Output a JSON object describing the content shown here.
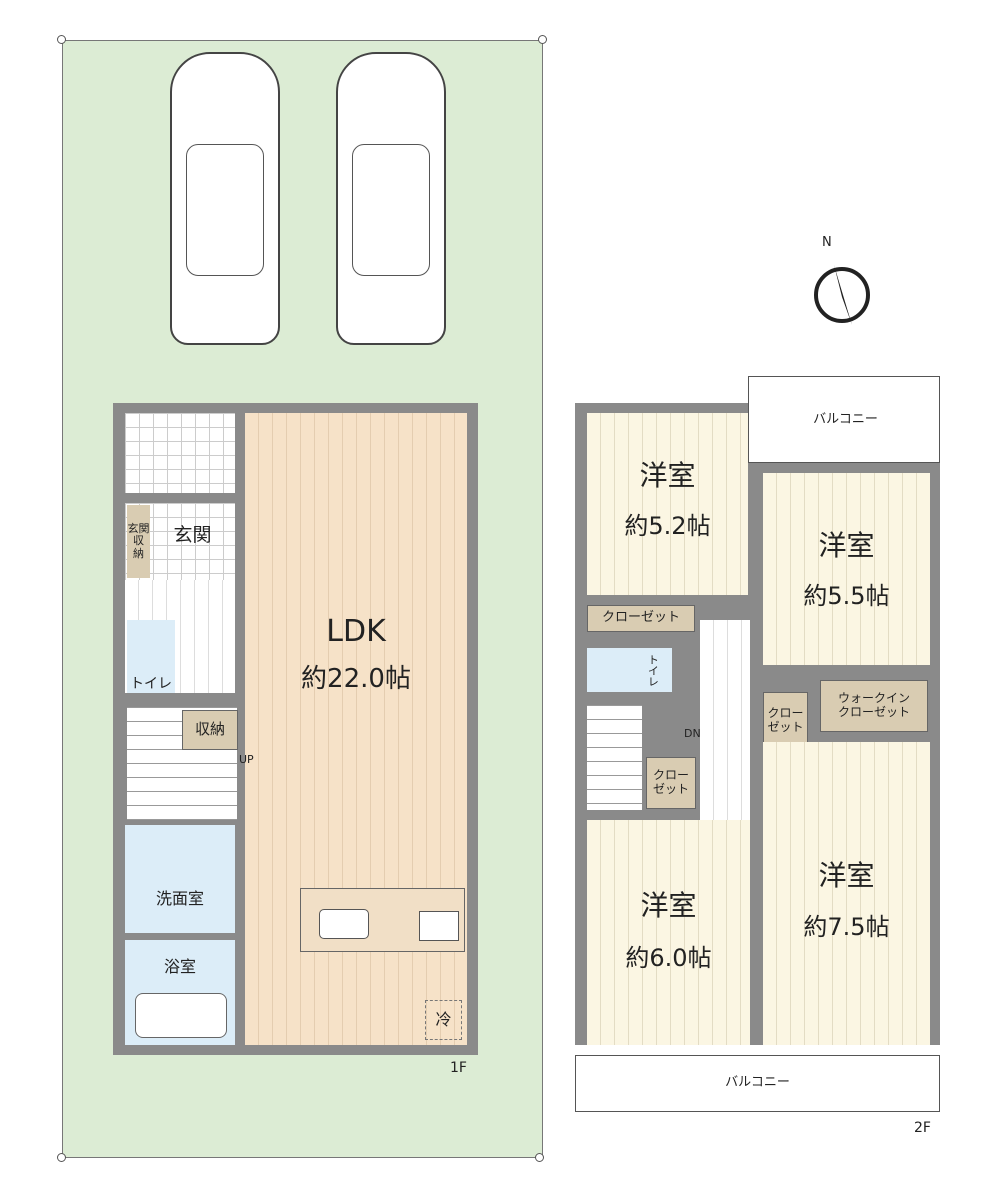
{
  "floor1": {
    "label": "1F",
    "rooms": {
      "ldk_name": "LDK",
      "ldk_size": "約22.0帖",
      "genkan": "玄関",
      "genkan_storage": "玄関\n収\n納",
      "toilet": "トイレ",
      "storage": "収納",
      "washroom": "洗面室",
      "bath": "浴室",
      "fridge": "冷",
      "up": "UP"
    }
  },
  "floor2": {
    "label": "2F",
    "rooms": {
      "r1_name": "洋室",
      "r1_size": "約5.2帖",
      "r2_name": "洋室",
      "r2_size": "約5.5帖",
      "r3_name": "洋室",
      "r3_size": "約6.0帖",
      "r4_name": "洋室",
      "r4_size": "約7.5帖",
      "closet1": "クローゼット",
      "closet2": "クロー\nゼット",
      "closet3": "クロー\nゼット",
      "wic": "ウォークイン\nクローゼット",
      "toilet": "トイレ",
      "dn": "DN",
      "balcony_top": "バルコニー",
      "balcony_bottom": "バルコニー"
    }
  },
  "compass": {
    "north": "N"
  }
}
